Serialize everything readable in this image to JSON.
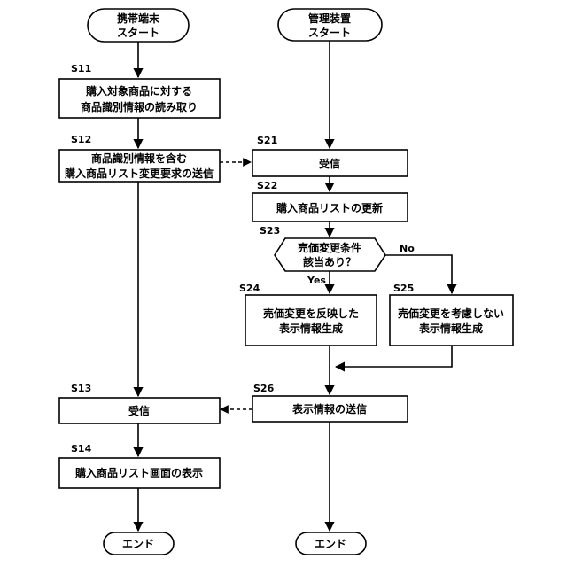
{
  "mobile": {
    "start": [
      "携帯端末",
      "スタート"
    ],
    "s11": {
      "step": "S11",
      "lines": [
        "購入対象商品に対する",
        "商品識別情報の読み取り"
      ]
    },
    "s12": {
      "step": "S12",
      "lines": [
        "商品識別情報を含む",
        "購入商品リスト変更要求の送信"
      ]
    },
    "s13": {
      "step": "S13",
      "lines": [
        "受信"
      ]
    },
    "s14": {
      "step": "S14",
      "lines": [
        "購入商品リスト画面の表示"
      ]
    },
    "end": "エンド"
  },
  "manager": {
    "start": [
      "管理装置",
      "スタート"
    ],
    "s21": {
      "step": "S21",
      "lines": [
        "受信"
      ]
    },
    "s22": {
      "step": "S22",
      "lines": [
        "購入商品リストの更新"
      ]
    },
    "s23": {
      "step": "S23",
      "lines": [
        "売価変更条件",
        "該当あり？"
      ],
      "yes": "Yes",
      "no": "No"
    },
    "s24": {
      "step": "S24",
      "lines": [
        "売価変更を反映した",
        "表示情報生成"
      ]
    },
    "s25": {
      "step": "S25",
      "lines": [
        "売価変更を考慮しない",
        "表示情報生成"
      ]
    },
    "s26": {
      "step": "S26",
      "lines": [
        "表示情報の送信"
      ]
    },
    "end": "エンド"
  }
}
